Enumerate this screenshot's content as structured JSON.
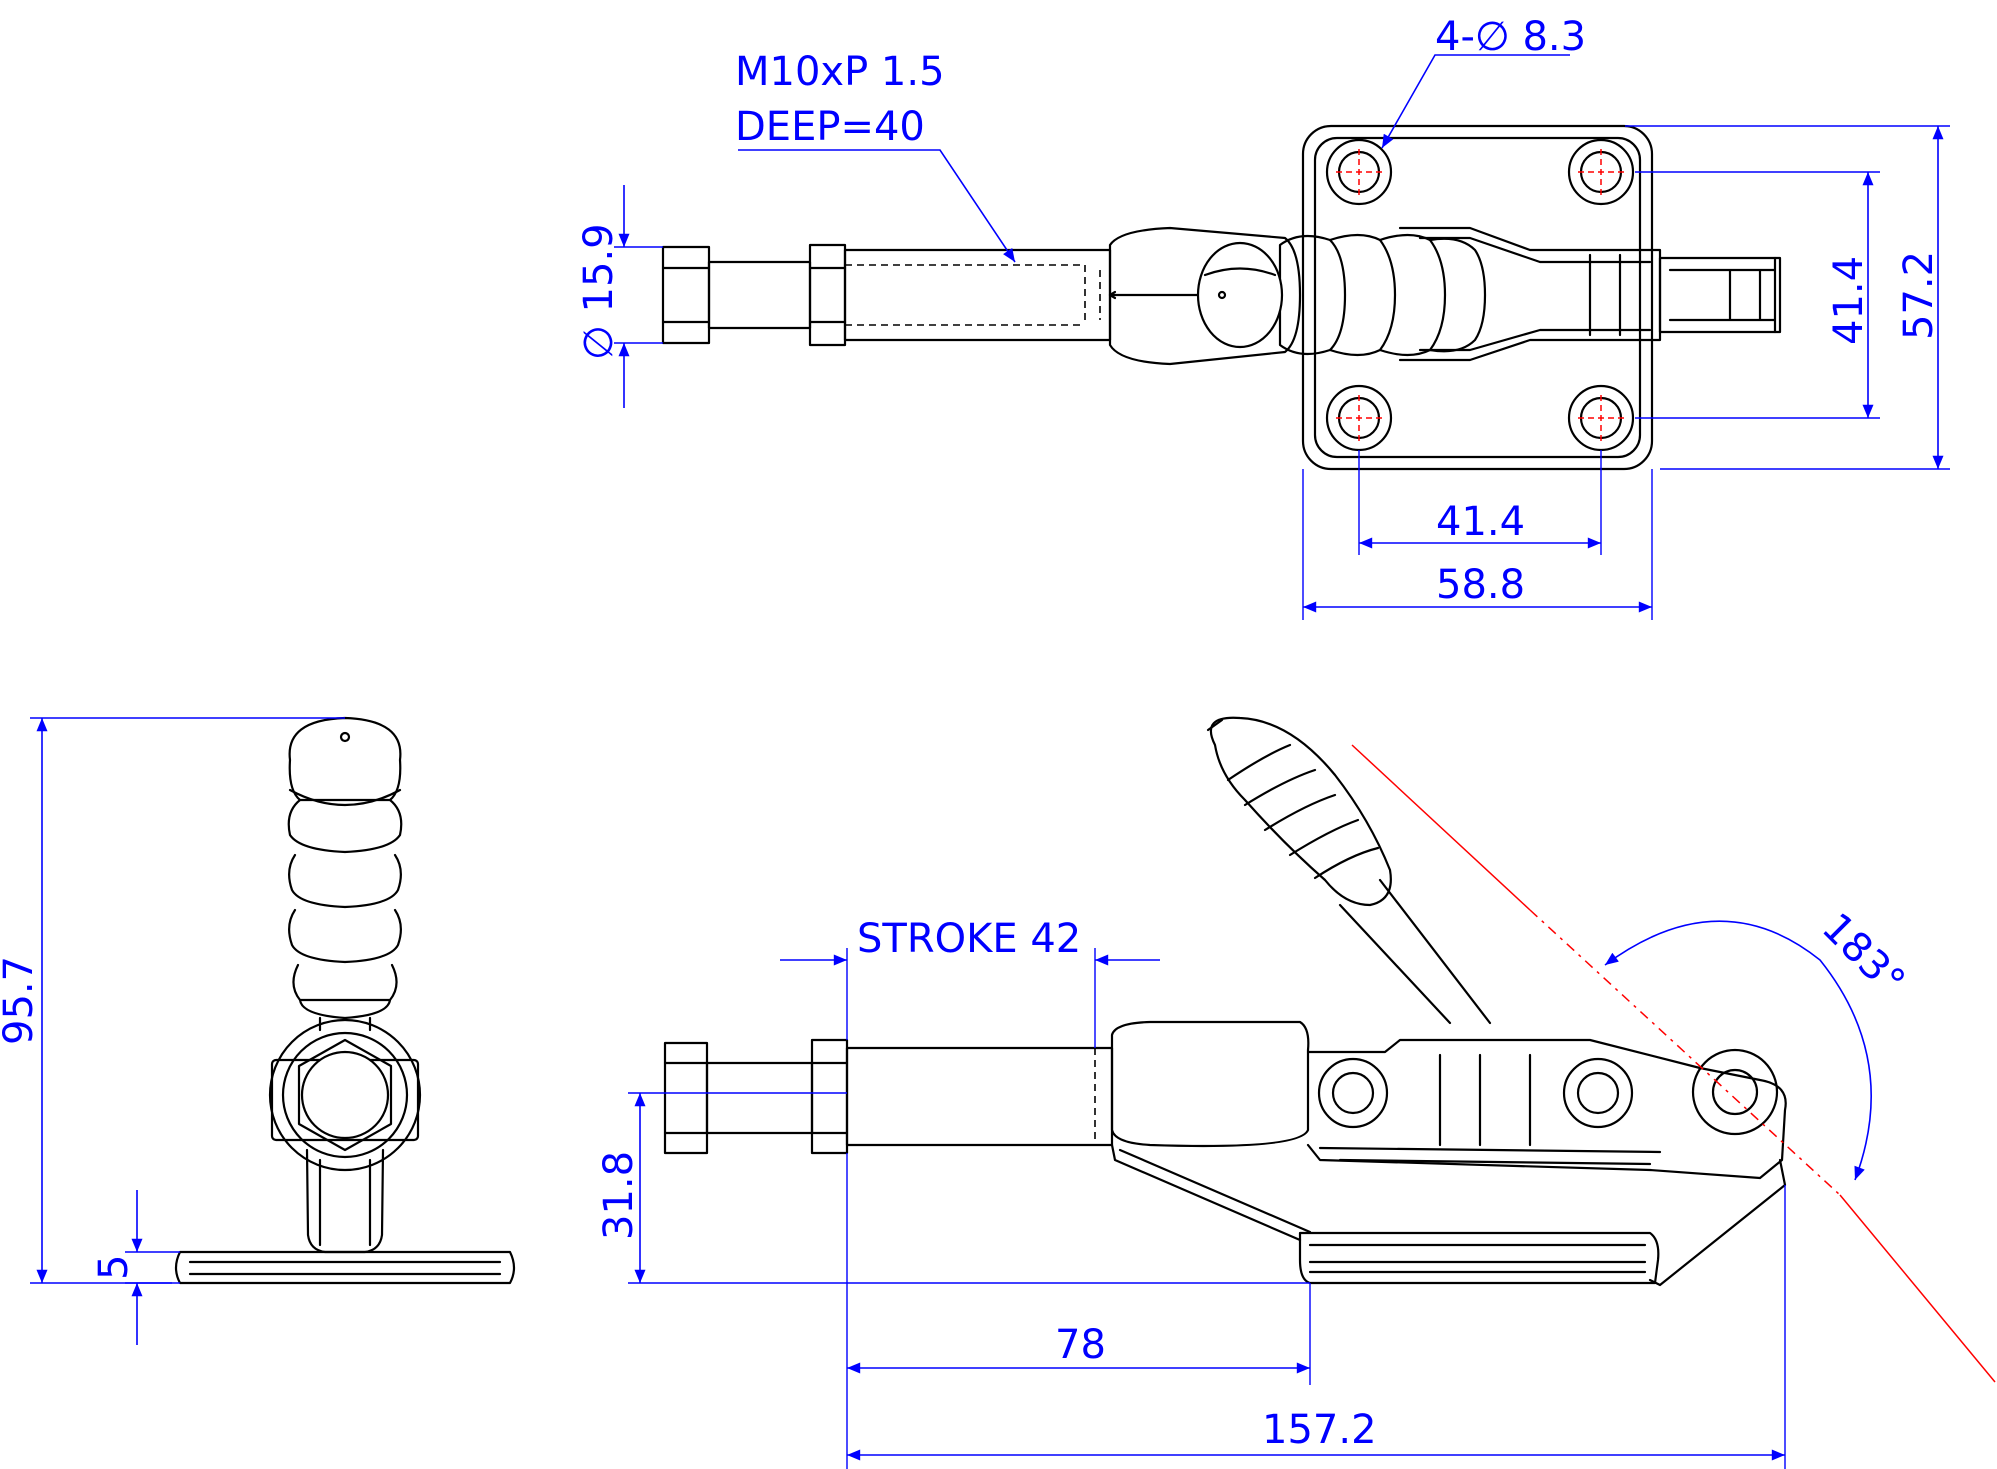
{
  "drawing": {
    "background_color": "#ffffff",
    "line_color": "#000000",
    "dimension_color": "#0000ff",
    "centerline_color": "#ff0000"
  },
  "top_view": {
    "thread_note_line1": "M10xP 1.5",
    "thread_note_line2": "DEEP=40",
    "hole_note": "4-∅ 8.3",
    "dim_plunger_diameter": "∅ 15.9",
    "dim_hole_spacing_vertical": "41.4",
    "dim_base_height": "57.2",
    "dim_hole_spacing_horizontal": "41.4",
    "dim_base_width": "58.8"
  },
  "side_view": {
    "dim_overall_height": "95.7",
    "dim_base_thickness": "5"
  },
  "front_view": {
    "dim_stroke": "STROKE 42",
    "dim_plunger_height": "31.8",
    "dim_plunger_to_base": "78",
    "dim_overall_length": "157.2",
    "dim_handle_angle": "183°"
  }
}
